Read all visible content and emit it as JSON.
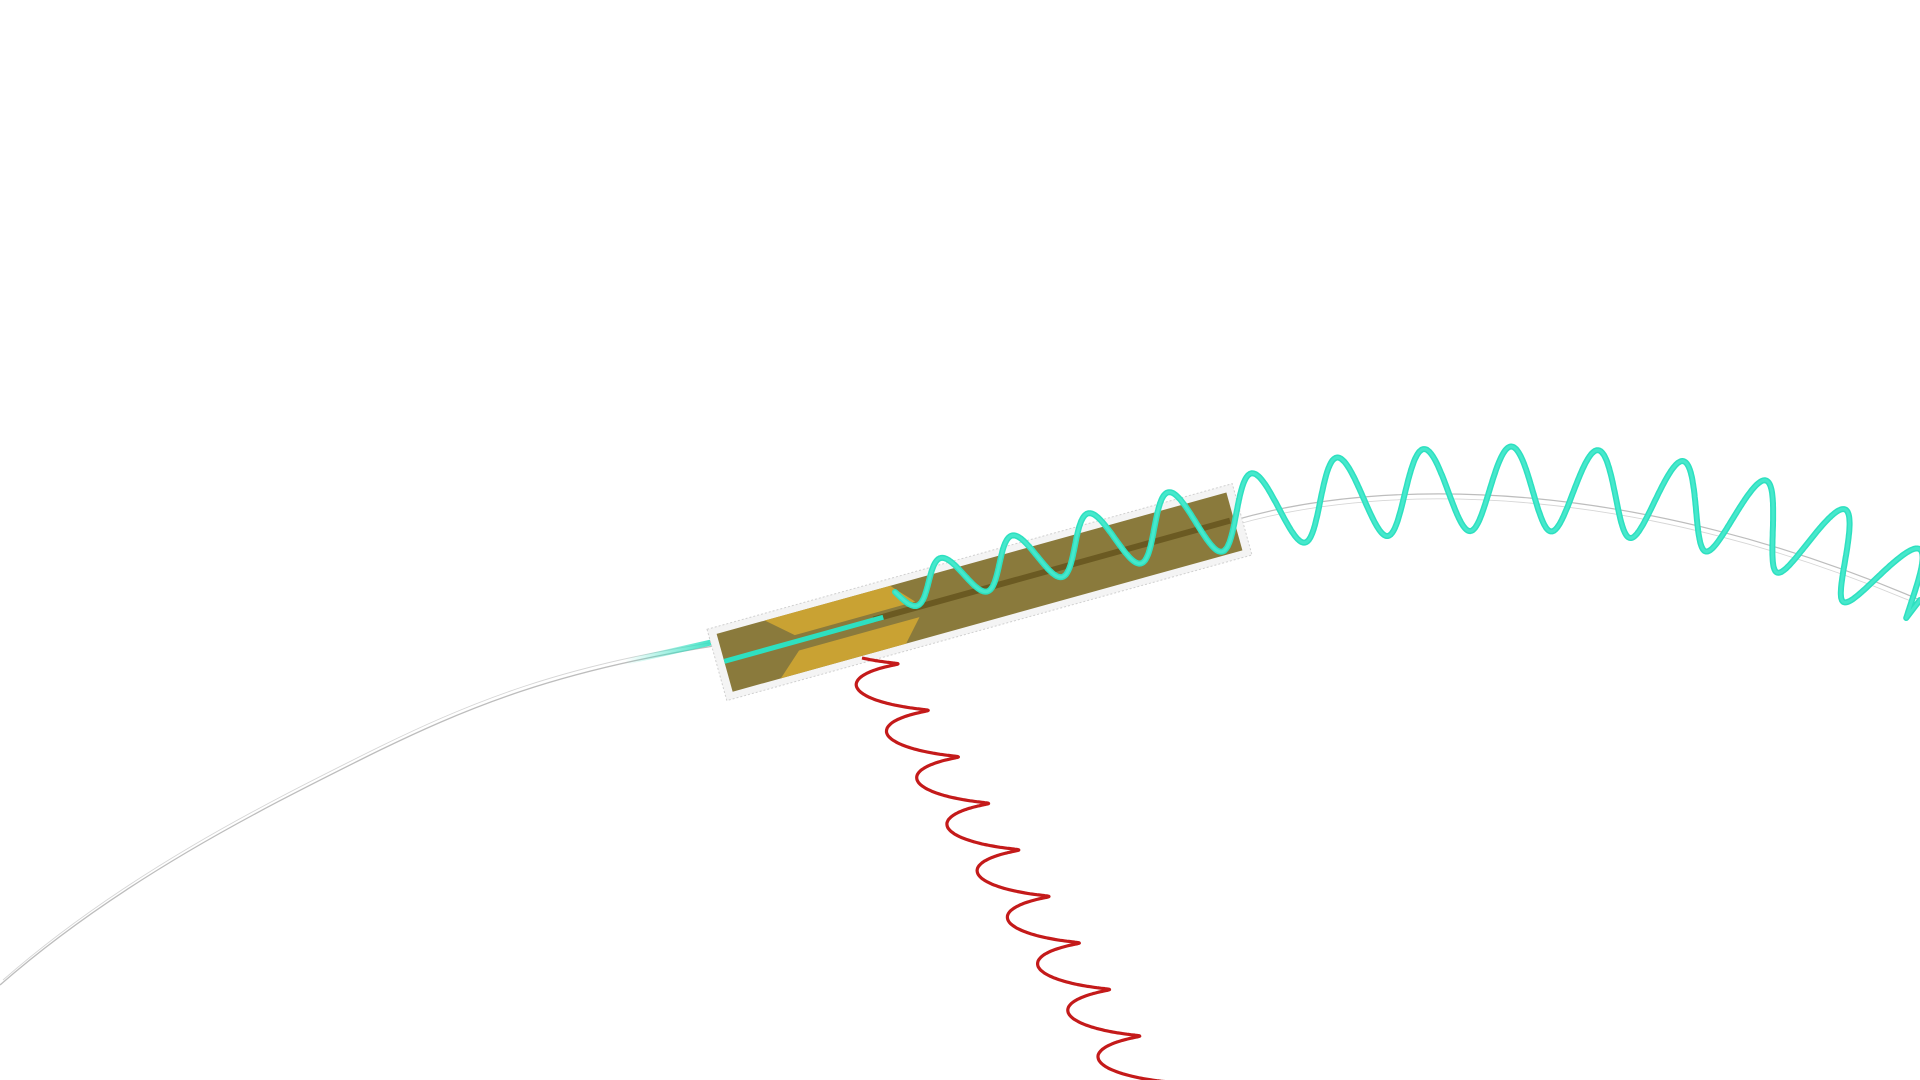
{
  "colors": {
    "background": "#ffffff",
    "fiber": "#b9b9b9",
    "chip_substrate": "#8a7a3c",
    "chip_frame": "#f4f4f4",
    "electrode_gold": "#c9a233",
    "waveguide_dark": "#6b5a22",
    "waveguide_teal": "#2ee0c0",
    "pump_wave": "#c41a1a",
    "output_wave": "#2ee0c0"
  },
  "icons": {
    "input_fiber": "fiber-line",
    "chip": "waveguide-chip",
    "pump_wave": "red-sine-wave",
    "output_wave": "teal-sine-wave"
  }
}
